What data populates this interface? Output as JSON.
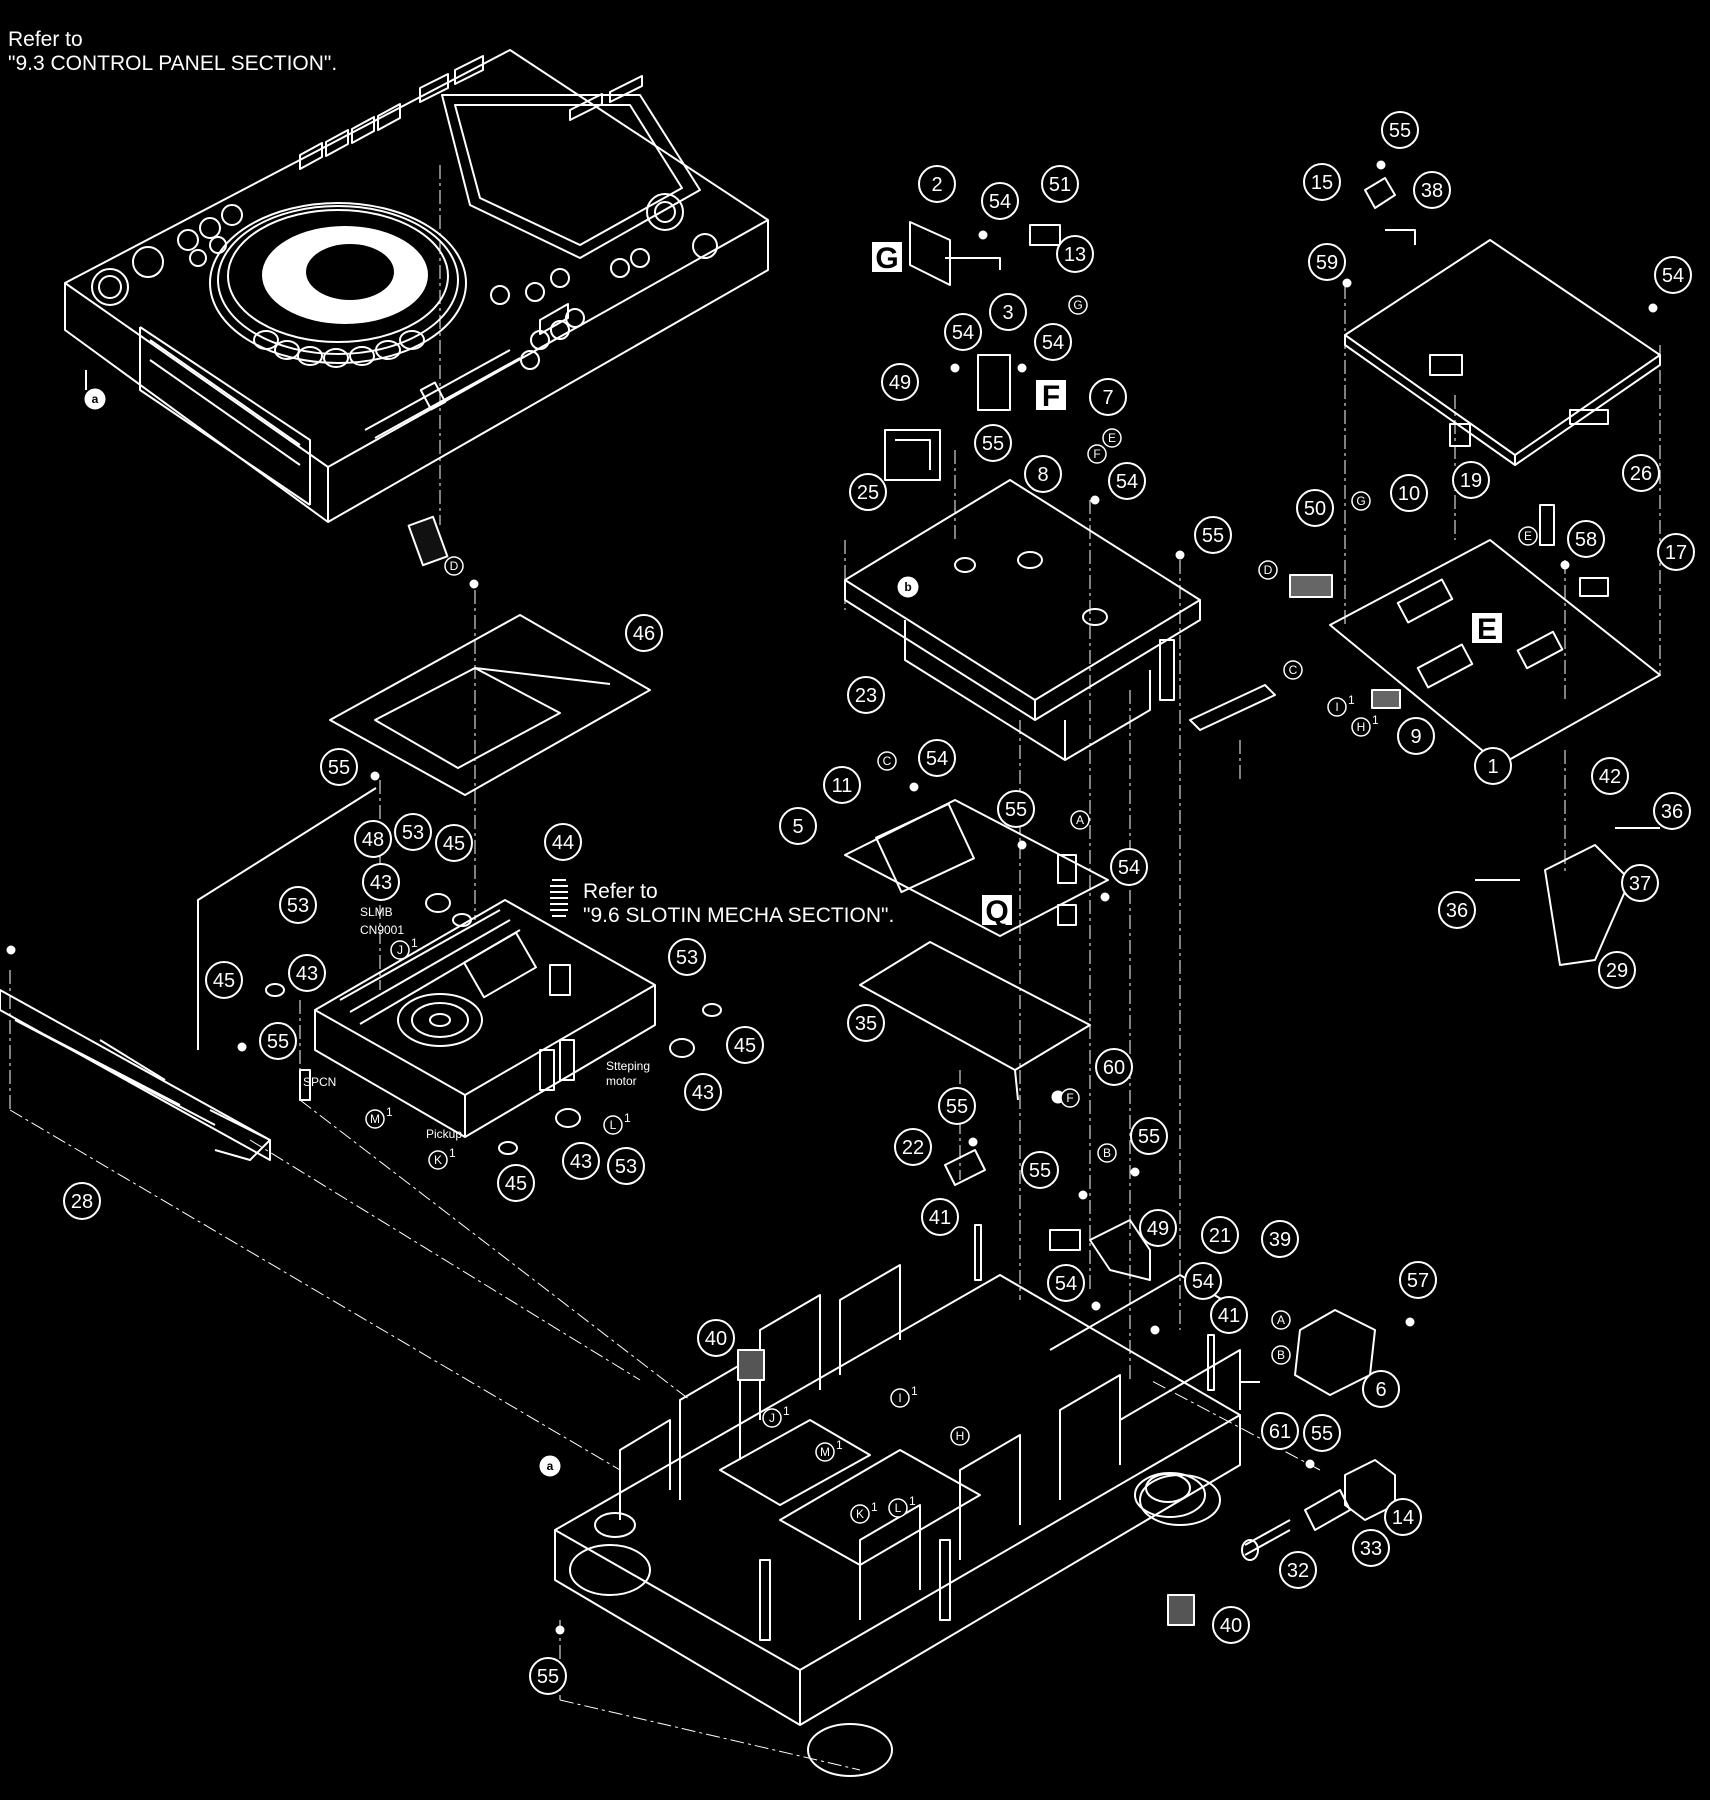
{
  "references": [
    {
      "line1": "Refer to",
      "line2": "\"9.3 CONTROL PANEL SECTION\"."
    },
    {
      "line1": "Refer to",
      "line2": "\"9.6 SLOTIN MECHA SECTION\"."
    }
  ],
  "part_labels": [
    "SLMB",
    "CN9001",
    "SPCN",
    "Pickup",
    "Stteping",
    "motor"
  ],
  "section_letters": [
    "G",
    "F",
    "E",
    "Q"
  ],
  "callouts": [
    "55",
    "2",
    "54",
    "51",
    "13",
    "3",
    "54",
    "54",
    "49",
    "7",
    "55",
    "8",
    "25",
    "54",
    "55",
    "23",
    "46",
    "55",
    "48",
    "53",
    "45",
    "43",
    "44",
    "53",
    "45",
    "43",
    "55",
    "28",
    "53",
    "45",
    "43",
    "43",
    "45",
    "53",
    "11",
    "54",
    "5",
    "55",
    "54",
    "35",
    "39",
    "15",
    "38",
    "59",
    "54",
    "19",
    "26",
    "50",
    "10",
    "58",
    "17",
    "1",
    "9",
    "42",
    "36",
    "37",
    "36",
    "29",
    "60",
    "55",
    "22",
    "55",
    "55",
    "49",
    "21",
    "41",
    "54",
    "54",
    "41",
    "57",
    "40",
    "6",
    "61",
    "55",
    "14",
    "33",
    "32",
    "40",
    "55"
  ],
  "connectors": {
    "filled": [
      "a",
      "b",
      "a"
    ],
    "outlined": [
      "D",
      "G",
      "E",
      "F",
      "G",
      "F",
      "D",
      "E",
      "C",
      "C",
      "I1",
      "H1",
      "A",
      "J1",
      "M1",
      "K1",
      "L1",
      "B",
      "A",
      "B",
      "I1",
      "J1",
      "M1",
      "H",
      "K1",
      "L1"
    ]
  }
}
